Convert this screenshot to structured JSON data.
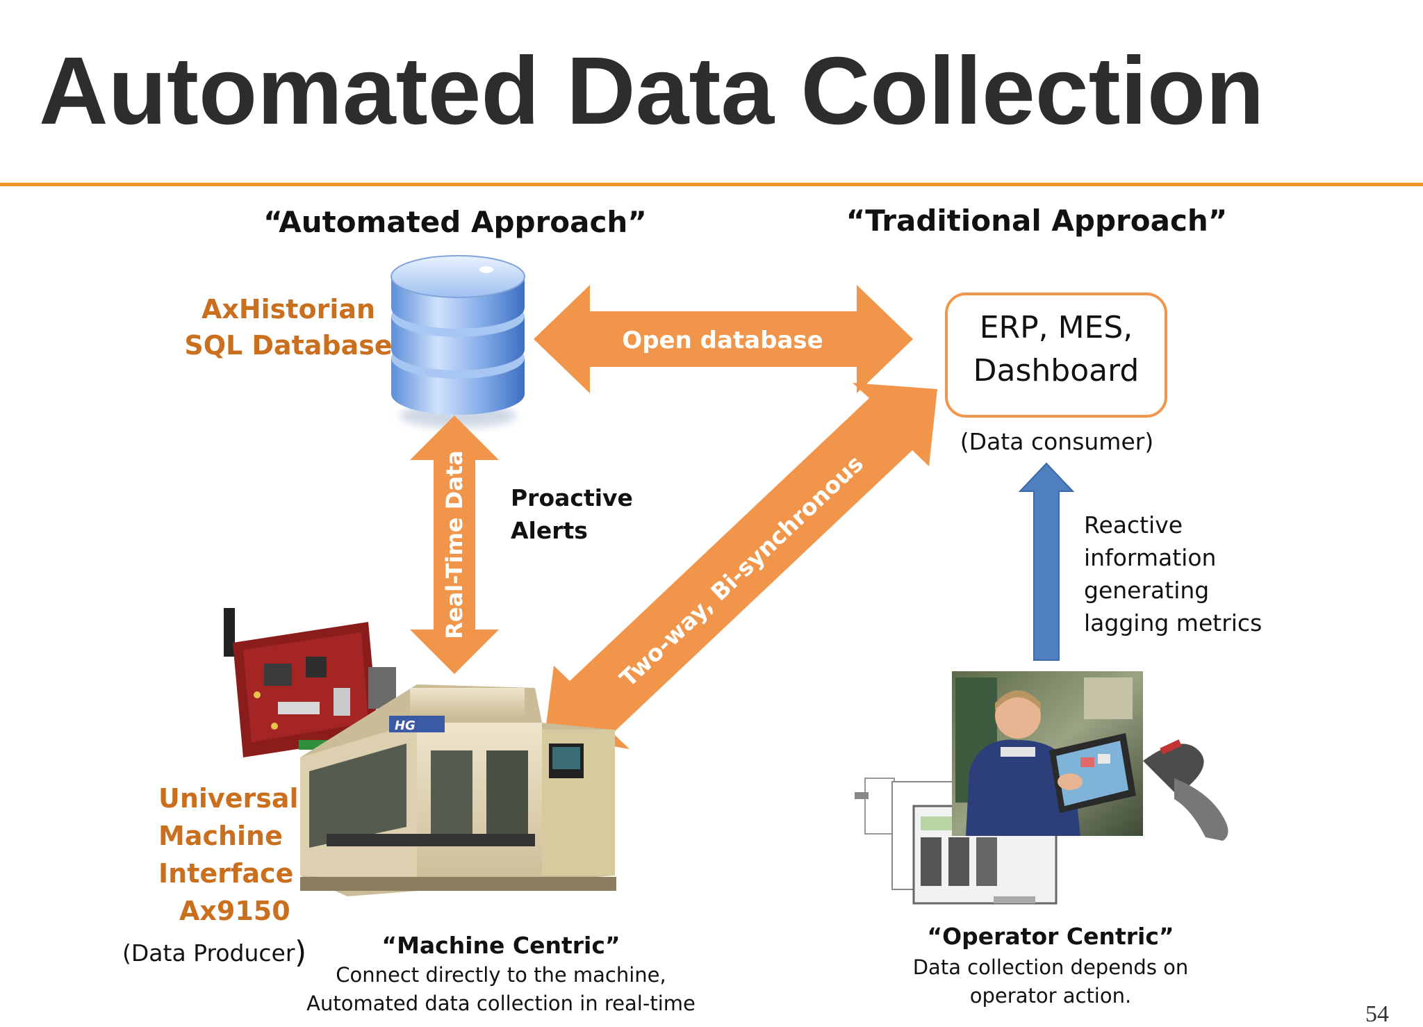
{
  "slide": {
    "title": "Automated Data Collection",
    "page_number": "54"
  },
  "colors": {
    "accent_orange": "#f0954a",
    "label_orange": "#c96f1e",
    "rule_orange": "#f39324",
    "blue_arrow": "#4f7fbf",
    "title_text": "#2d2d2d"
  },
  "headings": {
    "automated": "“Automated Approach”",
    "traditional": "“Traditional Approach”"
  },
  "database": {
    "label_line1": "AxHistorian",
    "label_line2": "SQL Database",
    "icon": "database-cylinder-icon"
  },
  "consumer": {
    "box_line1": "ERP, MES,",
    "box_line2": "Dashboard",
    "caption": "(Data consumer)"
  },
  "arrows": {
    "open_database": "Open database",
    "real_time": "Real-Time Data",
    "two_way": "Two-way, Bi-synchronous"
  },
  "alerts": {
    "line1": "Proactive",
    "line2": "Alerts"
  },
  "reactive": {
    "line1": "Reactive",
    "line2": "information",
    "line3": "generating",
    "line4": "lagging metrics"
  },
  "machine": {
    "label_line1": "Universal",
    "label_line2": "Machine",
    "label_line3": "Interface",
    "label_line4": "Ax9150",
    "producer": "(Data Producer",
    "producer_paren": ")",
    "centric_title": "“Machine Centric”",
    "centric_line1": "Connect directly to the machine,",
    "centric_line2": "Automated data collection in real-time",
    "badge": "HG",
    "icon": "cnc-machine-icon"
  },
  "operator": {
    "centric_title": "“Operator Centric”",
    "centric_line1": "Data collection depends on",
    "centric_line2": "operator action.",
    "icon": "operator-touchscreen-icon"
  }
}
